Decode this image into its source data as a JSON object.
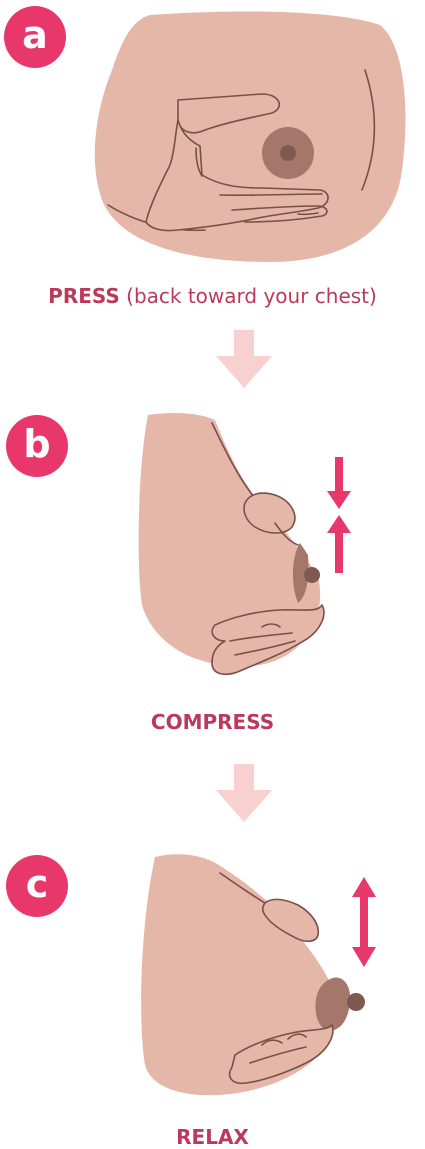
{
  "colors": {
    "badge": "#e8386b",
    "caption": "#b93a5c",
    "skin": "#e5b7a8",
    "skin_outline": "#7a4f48",
    "areola": "#a5776b",
    "nipple": "#7f5950",
    "flow_arrow": "#f9d0d0",
    "motion_arrow": "#e8386b"
  },
  "steps": [
    {
      "letter": "a",
      "caption_strong": "PRESS",
      "caption_rest": " (back toward your chest)",
      "motion_icon": "none"
    },
    {
      "letter": "b",
      "caption_strong": "COMPRESS",
      "caption_rest": "",
      "motion_icon": "converging-arrows-icon"
    },
    {
      "letter": "c",
      "caption_strong": "RELAX",
      "caption_rest": "",
      "motion_icon": "double-headed-arrow-icon"
    }
  ],
  "flow_icon": "down-arrow-icon"
}
